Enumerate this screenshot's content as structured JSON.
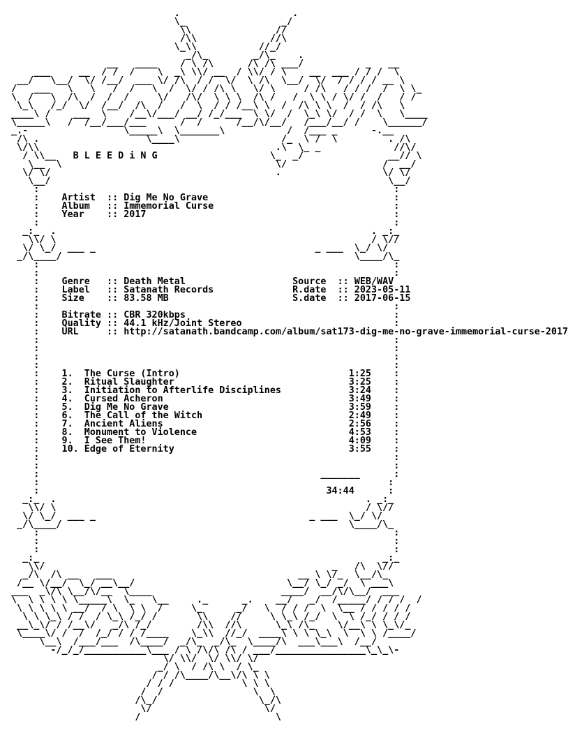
{
  "document": {
    "lines": [
      "                             .                    .",
      "                             \\_                 _/",
      "                              \\\\               //",
      "                              /\\\\             //\\",
      "                             \\_\\\\           //_/",
      "                               _/\\_        _/\\_    .",
      "                 __   ____    / \\ /\\      /\\ /\\ ___/           _   __",
      "    ___     __  / /  /    \\  _\\ \\\\/ __  / \\\\/ / \\    __  ___ / / /  \\",
      " __/   \\__/  \\/ /__/  ___ \\/ /\\  / /  \\/  \\ /\\  \\__/  \\/  / / / / __ \\",
      "/   ___   \\   \\   /  /   \\  /  \\/ / /\\ \\   \\/ \\     / /\\   / / /  /  \\ \\_",
      "\\  /   \\  /\\  /  /  /     \\/   /\\/  \\ \\ \\  /\\ /   /  \\ \\ / \\/ /  /   / /",
      " \\_\\   /_/  \\/  /__/  /\\  /   /  \\  / / /__\\ \\  /  /\\ \\ \\  /  / /\\   \\",
      "____\\ /    ___  \\    /__\\/___/ __/ /_/___  \\ \\/  /  \\_\\ \\/  / /  \\   \\____",
      "\\_____\\   /  /__/___/___      /  /      /__/\\/__/   /___/__/ /    \\______/",
      "_.-                 \\_____\\  \\_______\\           /  /___ _      -.__",
      " /\\ .                   \\____\\                  /_  \\ /  \\         . /\\",
      " \\/\\\\                                          .\\  \\_ _             //\\/",
      "  / \\\\__   B L E E D i N G                    \\_  _/               __// \\",
      "   \\__  \\                                      \\/                 /  __/",
      "  \\/ \\/                                        .                  \\/ \\/",
      "   \\__/                                                            \\__/",
      "    :                                                               :",
      "    :    Artist  :: Dig Me No Grave                                 :",
      "    :    Album   :: Immemorial Curse                                :",
      "    :    Year    :: 2017                                            :",
      "    :                                                               :",
      "  _:_  .                                                        . _:_",
      "   \\\\/ \\                                                        / \\//",
      "  \\/ \\_/  ___ _                                       _ ___  \\_/ \\/",
      " _/\\____/                                                    \\____/\\_",
      "    :                                                               :",
      "    :                                                               :",
      "    :    Genre   :: Death Metal                   Source  :: WEB/WAV",
      "    :    Label   :: Satanath Records              R.date  :: 2023-05-11",
      "    :    Size    :: 83.58 MB                      S.date  :: 2017-06-15",
      "    :                                                               :",
      "    :    Bitrate :: CBR 320kbps                                     :",
      "    :    Quality :: 44.1 kHz/Joint Stereo                           :",
      "    :    URL     :: http://satanath.bandcamp.com/album/sat173-dig-me-no-grave-immemorial-curse-2017",
      "    :                                                               :",
      "    :                                                               :",
      "    :                                                               :",
      "    :                                                               :",
      "    :    1.  The Curse (Intro)                              1:25    :",
      "    :    2.  Ritual Slaughter                               3:25    :",
      "    :    3.  Initiation to Afterlife Disciplines            3:24    :",
      "    :    4.  Cursed Acheron                                 3:49    :",
      "    :    5.  Dig Me No Grave                                3:59    :",
      "    :    6.  The Call of the Witch                          2:49    :",
      "    :    7.  Ancient Aliens                                 2:56    :",
      "    :    8.  Monument to Violence                           4:53    :",
      "    :    9.  I See Them!                                    4:09    :",
      "    :    10. Edge of Eternity                               3:55    :",
      "    :                                                               :",
      "    :                                                               :",
      "    :                                                  _______      :",
      "    :                                                              :",
      "    :                                                   34:44      :",
      "  _:_  .                                                       . _:_",
      "   \\\\/ \\                                                       / \\//",
      "  \\/ \\_/  ___ _                                      _ ___  \\_/ \\/",
      " _/\\____/                                                   \\____/\\_",
      "    :                                                               :",
      "    :                                                               :",
      "    :                                                               :",
      "  _:_                                                             _:_",
      "   \\\\/                                                   _   /\\  \\//",
      "  _/\\  /\\ __   ___                                 __ \\ \\/_  \\__/\\_",
      " /__ \\/__/  \\_/ __\\__/                           \\__/ \\_/ _/  \\ ___\\",
      "___  _\\/\\ \\__/\\/__  \\____                       ____/  __/\\/\\__/  ___",
      "\\  \\ \\ \\ \\ \\_____\\  \\_   \\__     ._      _.    __/   _/  /_____/ / / /  /",
      " \\ \\ \\ \\ \\ __/  / \\  \\ \\  /     \\_      _/   \\  / / /  \\  \\__ / / / / /",
      "  \\ \\ \\_\\ / /  / \\_\\ /_/ /       \\\\    //     \\ \\_\\ /_/  \\  \\ /_/ / / /",
      " __\\_\\/ / /__\\/   _/\\ /_/        /\\\\  //\\      \\_\\ /\\_    \\/__\\ \\ \\_\\/_",
      " \\____\\/ /  /  /_/ / / /____    \\_\\\\  //_/  ____\\ \\ \\ \\_\\  \\  \\ \\ /____/",
      "     \\__\\  /___/___  /\\____/  _/\\_  _/\\_  \\____/\\  ___\\___\\  /__/",
      "       -/_/_/___________\\___ / \\ /\\/\\ /\\ / ___/________________\\_\\_\\-",
      "                           \\/ \\\\/  \\/ \\\\/ \\/",
      "                          _/ \\  / /\\ \\  / \\_",
      "                         / / /\\____/\\__\\/\\ \\ \\",
      "                        / / /            \\ \\ \\",
      "                       /  /                \\  \\",
      "                      /\\_/                  \\_/\\",
      "                       \\/                    \\/",
      "                      /                        \\"
    ]
  }
}
